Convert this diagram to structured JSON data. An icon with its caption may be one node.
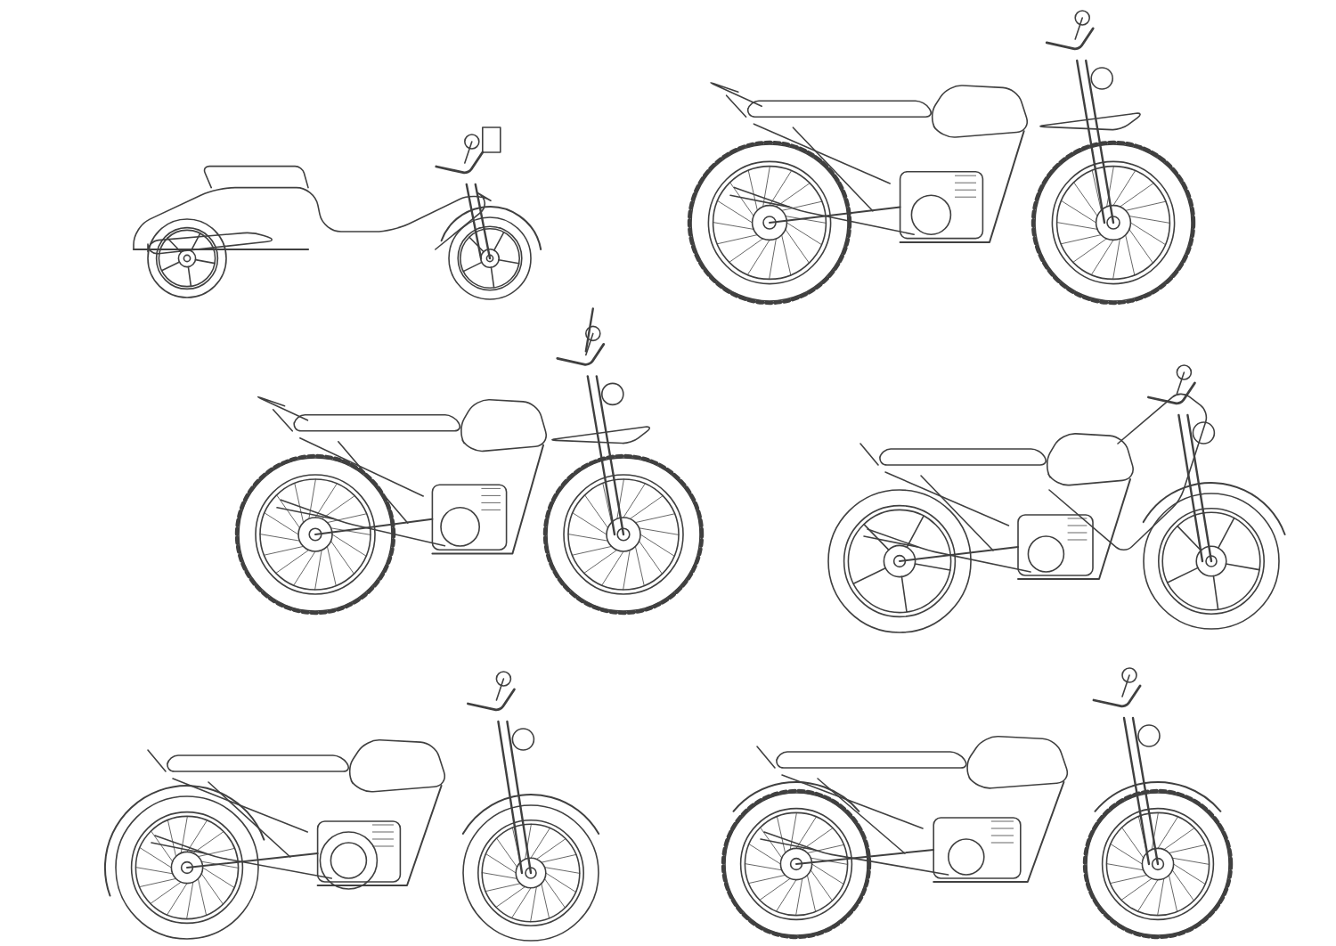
{
  "diagram": {
    "nodes": [
      {
        "text": [],
        "shape": "picture"
      },
      {
        "text": [],
        "shape": "picture"
      },
      {
        "text": [],
        "shape": "picture"
      },
      {
        "text": [],
        "shape": "picture"
      },
      {
        "text": [],
        "shape": "picture"
      },
      {
        "text": [],
        "shape": "picture"
      }
    ]
  }
}
